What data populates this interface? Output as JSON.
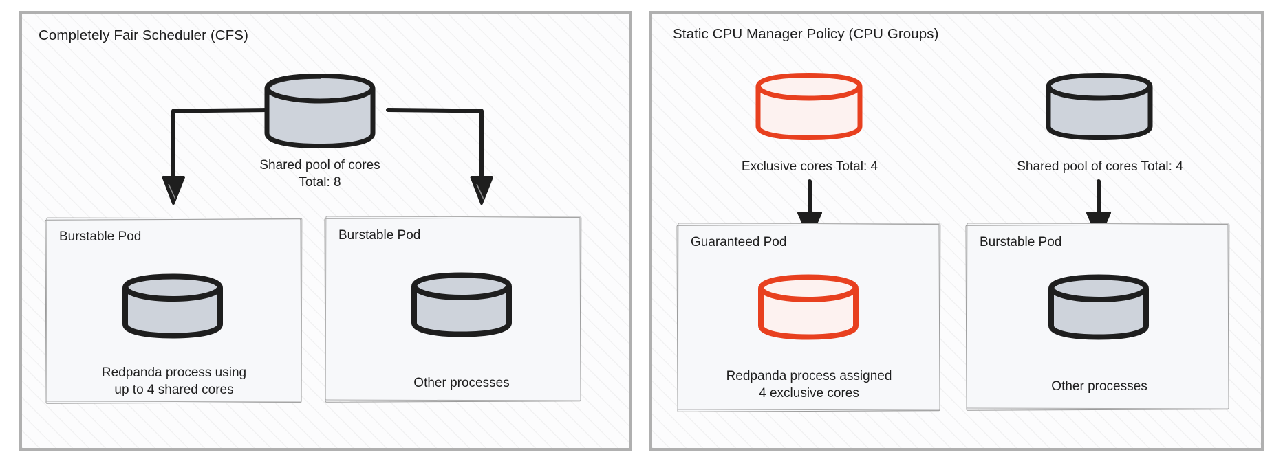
{
  "diagram": {
    "title_semantic": "kubernetes-cpu-allocation-comparison",
    "colors": {
      "panel_border": "#b0b0b0",
      "panel_fill": "#fcfcfd",
      "pod_fill": "#f7f8fa",
      "pod_border": "#9b9b9b",
      "cylinder_gray_fill": "#ced3db",
      "cylinder_gray_stroke": "#1e1e1e",
      "cylinder_red_fill": "#fdf2f0",
      "cylinder_red_stroke": "#e8401f",
      "arrow": "#1e1e1e",
      "text": "#1e1e1e"
    }
  },
  "left_panel": {
    "title": "Completely Fair Scheduler (CFS)",
    "source_cylinder": {
      "style": "gray",
      "caption": "Shared pool of cores\nTotal: 8"
    },
    "pods": [
      {
        "label": "Burstable Pod",
        "cylinder_style": "gray",
        "caption": "Redpanda process using\nup to 4 shared cores"
      },
      {
        "label": "Burstable Pod",
        "cylinder_style": "gray",
        "caption": "Other processes"
      }
    ],
    "arrows": [
      {
        "name": "arrow-shared-to-left-pod",
        "kind": "elbow-left"
      },
      {
        "name": "arrow-shared-to-right-pod",
        "kind": "elbow-right"
      }
    ]
  },
  "right_panel": {
    "title": "Static CPU Manager Policy (CPU Groups)",
    "source_cylinders": [
      {
        "style": "red",
        "caption": "Exclusive cores Total: 4"
      },
      {
        "style": "gray",
        "caption": "Shared pool of cores Total: 4"
      }
    ],
    "pods": [
      {
        "label": "Guaranteed Pod",
        "cylinder_style": "red",
        "caption": "Redpanda process assigned\n4 exclusive cores"
      },
      {
        "label": "Burstable Pod",
        "cylinder_style": "gray",
        "caption": "Other processes"
      }
    ],
    "arrows": [
      {
        "name": "arrow-exclusive-to-guaranteed-pod",
        "kind": "straight"
      },
      {
        "name": "arrow-shared-to-burstable-pod",
        "kind": "straight"
      }
    ]
  }
}
